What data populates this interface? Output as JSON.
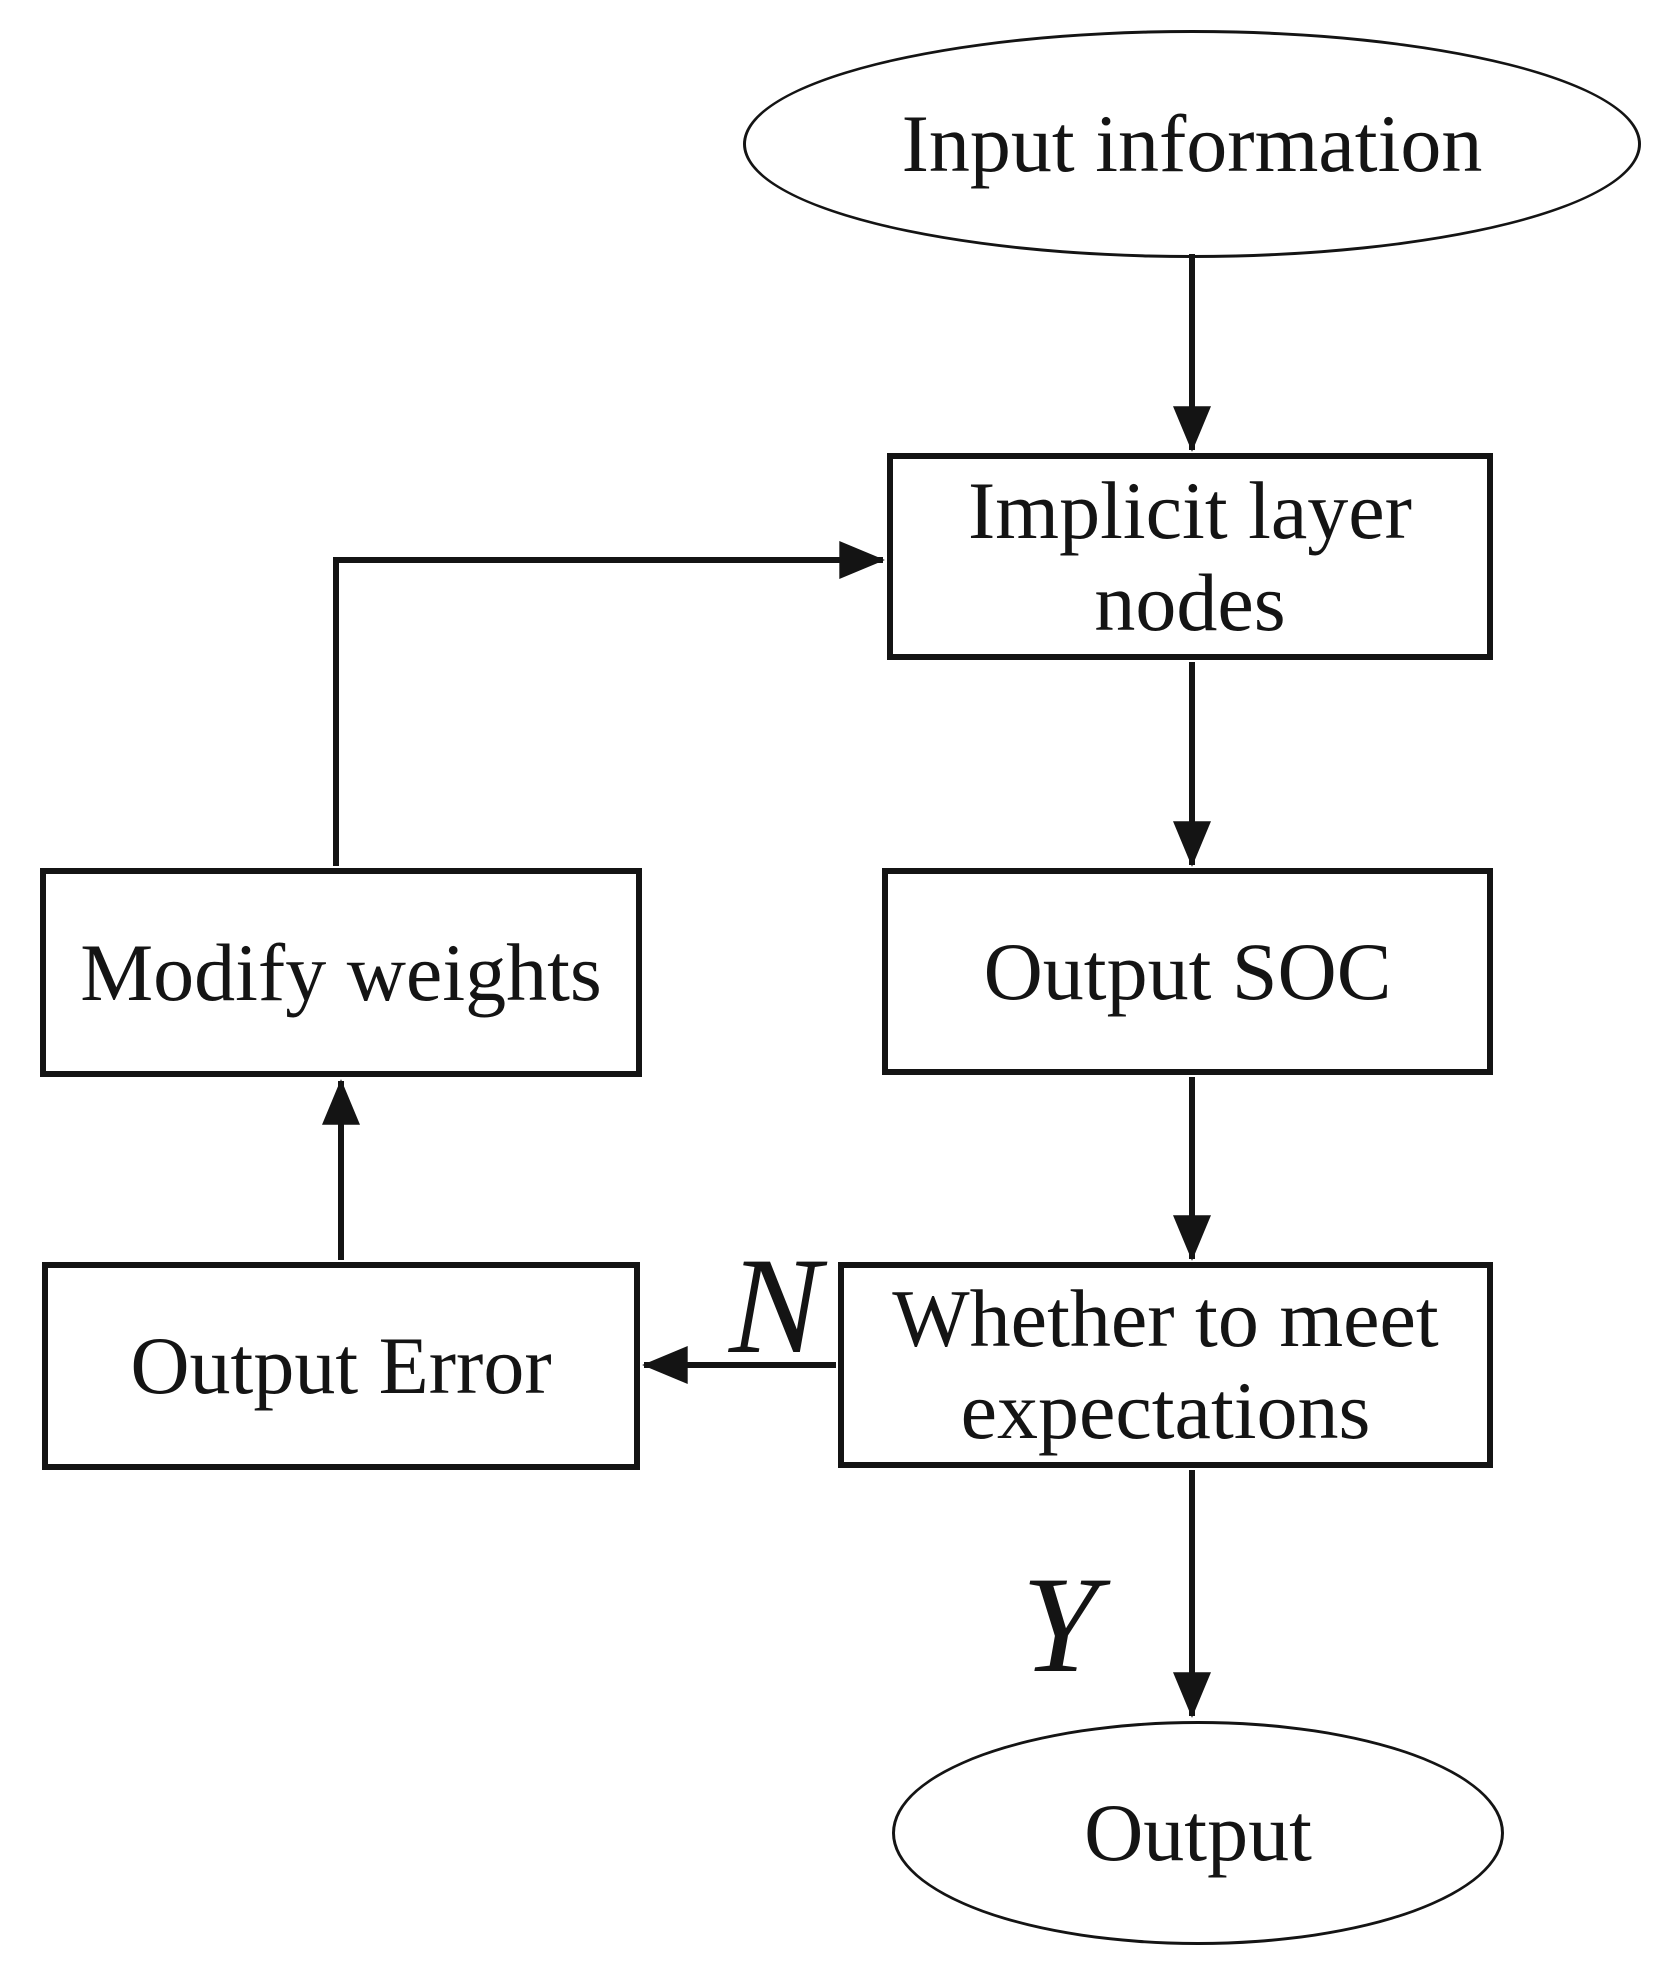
{
  "diagram": {
    "background_color": "#ffffff",
    "stroke_color": "#141414",
    "text_color": "#141414",
    "nodes": {
      "input": {
        "shape": "ellipse",
        "label": "Input information"
      },
      "implicit": {
        "shape": "rect",
        "label": "Implicit layer nodes",
        "line1": "Implicit layer",
        "line2": "nodes"
      },
      "soc": {
        "shape": "rect",
        "label": "Output SOC"
      },
      "whether": {
        "shape": "rect",
        "label": "Whether to meet expectations",
        "line1": "Whether to meet",
        "line2": "expectations"
      },
      "modify": {
        "shape": "rect",
        "label": "Modify weights"
      },
      "error": {
        "shape": "rect",
        "label": "Output Error"
      },
      "output": {
        "shape": "ellipse",
        "label": "Output"
      }
    },
    "edge_labels": {
      "no": "N",
      "yes": "Y"
    },
    "edges": [
      {
        "from": "input",
        "to": "implicit",
        "label": ""
      },
      {
        "from": "implicit",
        "to": "soc",
        "label": ""
      },
      {
        "from": "soc",
        "to": "whether",
        "label": ""
      },
      {
        "from": "whether",
        "to": "error",
        "label": "N"
      },
      {
        "from": "error",
        "to": "modify",
        "label": ""
      },
      {
        "from": "modify",
        "to": "implicit",
        "label": ""
      },
      {
        "from": "whether",
        "to": "output",
        "label": "Y"
      }
    ]
  }
}
